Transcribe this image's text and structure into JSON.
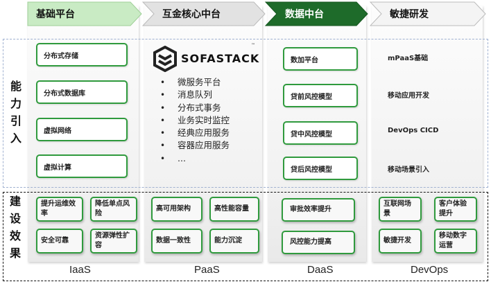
{
  "stages": [
    {
      "label": "基础平台",
      "footer": "IaaS"
    },
    {
      "label": "互金核心中台",
      "footer": "PaaS"
    },
    {
      "label": "数据中台",
      "footer": "DaaS"
    },
    {
      "label": "敏捷研发",
      "footer": "DevOps"
    }
  ],
  "rows": {
    "capability": "能力引入",
    "effect": "建设效果"
  },
  "iaas_capabilities": [
    "分布式存储",
    "分布式数据库",
    "虚拟网络",
    "虚拟计算"
  ],
  "paas_capabilities": {
    "logo": "SOFASTACK",
    "trademark": "™",
    "items": [
      "微服务平台",
      "消息队列",
      "分布式事务",
      "业务实时监控",
      "经典应用服务",
      "容器应用服务",
      "..."
    ]
  },
  "daas_capabilities": [
    "数加平台",
    "贷前风控模型",
    "贷中风控模型",
    "贷后风控模型"
  ],
  "devops_capabilities": [
    "mPaaS基础",
    "移动应用开发",
    "DevOps CICD",
    "移动场景引入"
  ],
  "iaas_effects": [
    "提升运维效率",
    "降低单点风险",
    "安全可靠",
    "资源弹性扩容"
  ],
  "paas_effects": [
    "高可用架构",
    "高性能容量",
    "数据一致性",
    "能力沉淀"
  ],
  "daas_effects": [
    "审批效率提升",
    "风控能力提高"
  ],
  "devops_effects": [
    "互联网场景",
    "客户体验提升",
    "敏捷开发",
    "移动数字运营"
  ],
  "colors": {
    "accent_green": "#2f9a3d",
    "header_light_green": "#c9ebc4",
    "header_dark_green": "#1e6b2a",
    "header_gray": "#e2e2e2",
    "band_blue_dashed": "#9fb0d0"
  }
}
